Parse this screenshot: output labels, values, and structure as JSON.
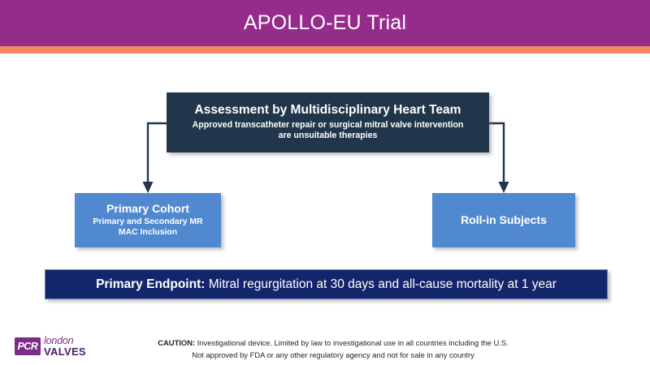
{
  "header": {
    "title": "APOLLO-EU Trial",
    "bar_color": "#952C8B",
    "accent_color": "#F58A5E"
  },
  "diagram": {
    "assessment": {
      "title": "Assessment by Multidisciplinary Heart Team",
      "subtitle_line1": "Approved transcatheter repair or surgical mitral valve intervention",
      "subtitle_line2": "are unsuitable therapies",
      "box_color": "#21364A"
    },
    "branches": [
      {
        "title": "Primary Cohort",
        "subtitle_line1": "Primary and Secondary MR",
        "subtitle_line2": "MAC Inclusion",
        "box_color": "#5189D0"
      },
      {
        "title": "Roll-in Subjects",
        "subtitle_line1": "",
        "subtitle_line2": "",
        "box_color": "#5189D0"
      }
    ],
    "connector_color": "#21364A"
  },
  "endpoint": {
    "label": "Primary Endpoint:",
    "text": " Mitral regurgitation at 30 days and all-cause mortality at 1 year",
    "box_color": "#13266B"
  },
  "footer": {
    "caution_label": "CAUTION:",
    "caution_line1": " Investigational device. Limited by law to investigational use in all countries including the U.S.",
    "caution_line2": "Not approved by FDA or any other regulatory agency and not for sale in any country",
    "logo": {
      "badge": "PCR",
      "word_top": "london",
      "word_bottom": "VALVES",
      "color": "#7B2C85"
    }
  }
}
